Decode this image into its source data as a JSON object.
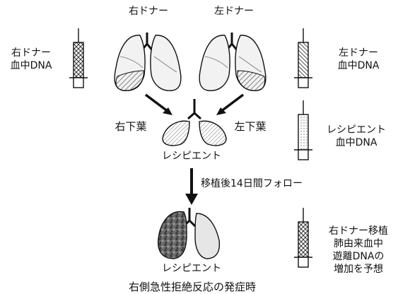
{
  "donors": {
    "right": "右ドナー",
    "left": "左ドナー"
  },
  "tubes": {
    "right_donor": {
      "line1": "右ドナー",
      "line2": "血中DNA"
    },
    "left_donor": {
      "line1": "左ドナー",
      "line2": "血中DNA"
    },
    "recipient": {
      "line1": "レシピエント",
      "line2": "血中DNA"
    },
    "increase": {
      "line1": "右ドナー移植",
      "line2": "肺由来血中",
      "line3": "遊離DNAの",
      "line4": "増加を予想"
    }
  },
  "lobes": {
    "right": "右下葉",
    "left": "左下葉"
  },
  "recipient_label": "レシピエント",
  "followup": "移植後14日間フォロー",
  "recipient_label_2": "レシピエント",
  "caption": "右側急性拒絶反応の発症時",
  "colors": {
    "ink": "#111111",
    "lung_fill": "#f2f2f2",
    "hatch": "#555555",
    "rejected": "#444444"
  }
}
